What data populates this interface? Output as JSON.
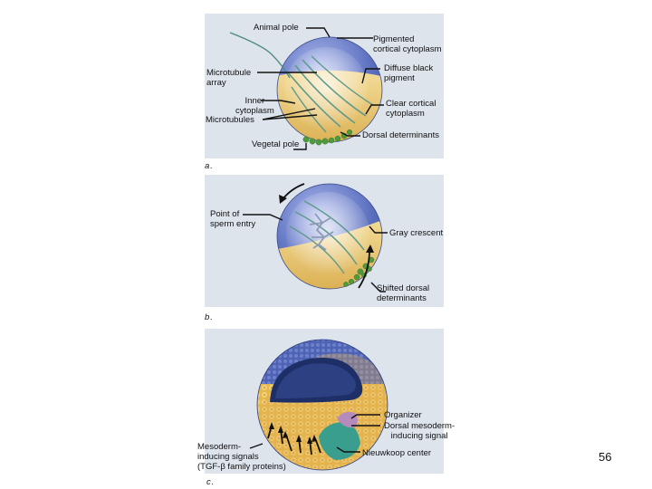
{
  "panel_a": {
    "letter": "a.",
    "labels": {
      "animal_pole": "Animal pole",
      "pigmented_cortical": "Pigmented\ncortical cytoplasm",
      "microtubule_array": "Microtubule\narray",
      "diffuse_black": "Diffuse black\npigment",
      "inner_cytoplasm": "Inner\ncytoplasm",
      "microtubules": "Microtubules",
      "clear_cortical": "Clear cortical\ncytoplasm",
      "dorsal_determinants": "Dorsal determinants",
      "vegetal_pole": "Vegetal pole"
    }
  },
  "panel_b": {
    "letter": "b.",
    "labels": {
      "sperm_entry": "Point of\nsperm entry",
      "gray_crescent": "Gray crescent",
      "shifted_dorsal": "Shifted dorsal\ndeterminants"
    }
  },
  "panel_c": {
    "letter": "c.",
    "labels": {
      "organizer": "Organizer",
      "dorsal_mesoderm": "Dorsal mesoderm-\ninducing signal",
      "mesoderm_inducing": "Mesoderm-\ninducing signals\n(TGF-β family proteins)",
      "nieuwkoop": "Nieuwkoop center"
    }
  },
  "page_number": "56",
  "colors": {
    "panel_background": "#dde4ec",
    "animal_hemisphere": "#5b6fbf",
    "vegetal_hemisphere": "#e7c46a",
    "dorsal_determinants": "#4f9a3c",
    "nieuwkoop_center": "#3a9e8e",
    "organizer": "#b58bbd"
  }
}
